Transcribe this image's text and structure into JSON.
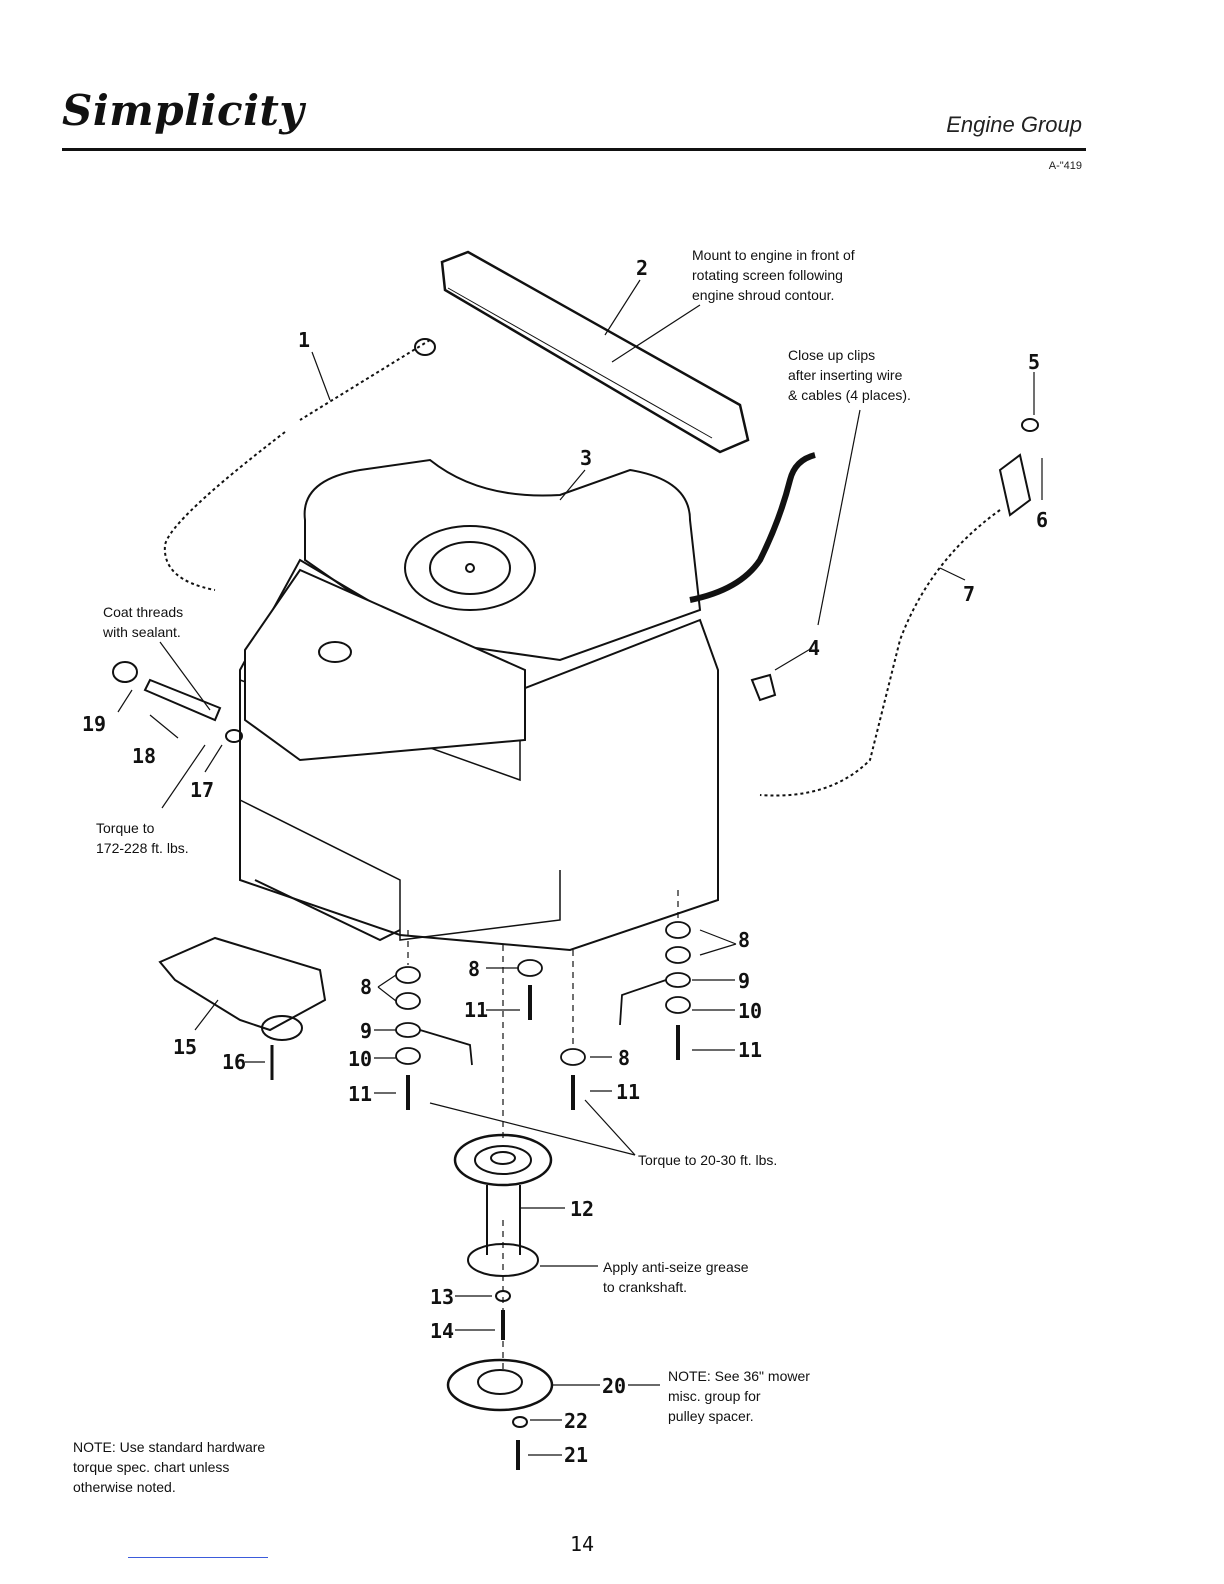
{
  "header": {
    "logo_text": "Simplicity",
    "group_title": "Engine Group",
    "ref_code": "A-\"419"
  },
  "notes": {
    "mount_note": "Mount to engine in front of\nrotating screen following\nengine shroud contour.",
    "clips_note": "Close up clips\nafter inserting wire\n& cables (4 places).",
    "coat_note": "Coat threads\nwith sealant.",
    "torque_left_note": "Torque to\n172-228 ft. lbs.",
    "torque_bolts_note": "Torque to 20-30 ft. lbs.",
    "antiseize_note": "Apply anti-seize grease\nto crankshaft.",
    "mower_note": "NOTE: See 36\" mower\nmisc. group for\npulley spacer.",
    "hardware_note": "NOTE: Use standard hardware\ntorque spec. chart unless\notherwise noted."
  },
  "callouts": [
    "1",
    "2",
    "3",
    "4",
    "5",
    "6",
    "7",
    "8",
    "9",
    "10",
    "11",
    "12",
    "13",
    "14",
    "15",
    "16",
    "17",
    "18",
    "19",
    "20",
    "21",
    "22"
  ],
  "page_number": "14"
}
